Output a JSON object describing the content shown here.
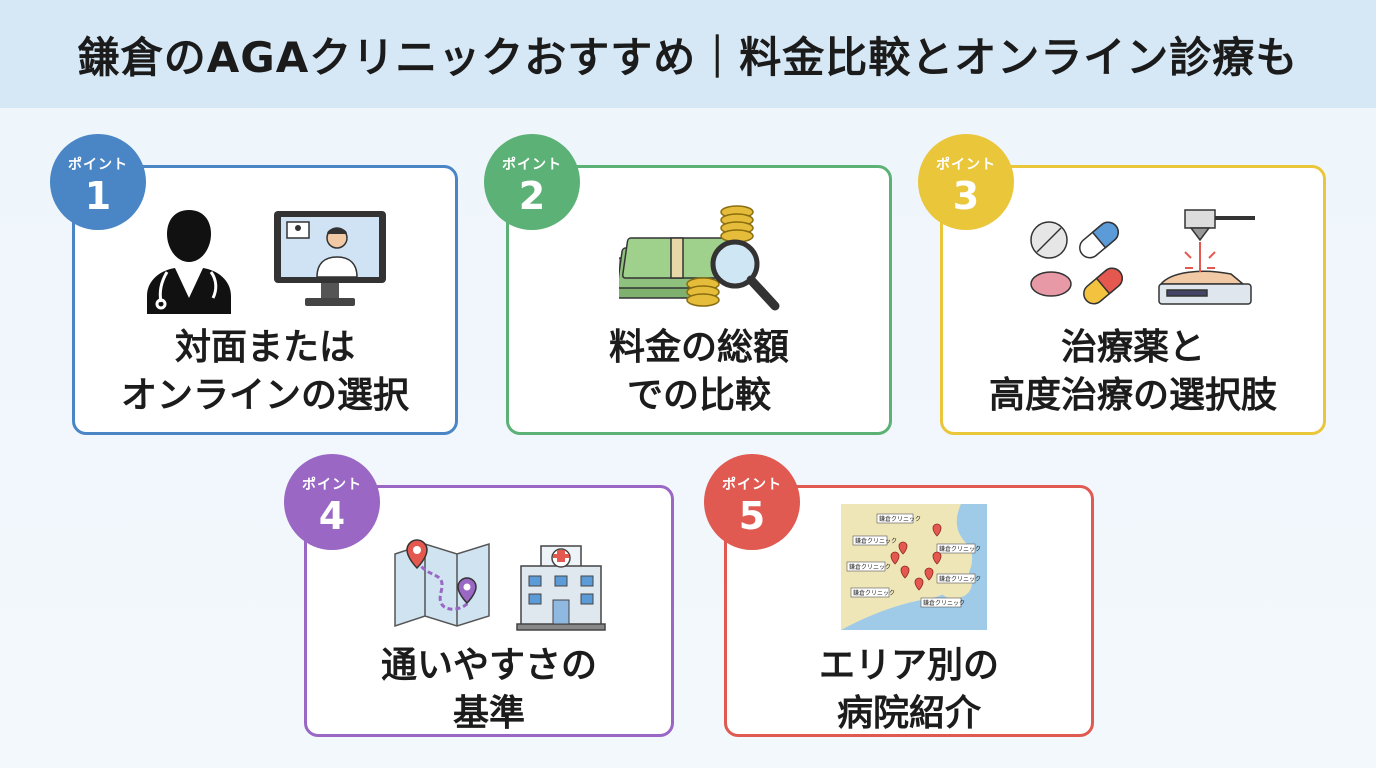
{
  "header": {
    "title": "鎌倉のAGAクリニックおすすめ｜料金比較とオンライン診療も"
  },
  "colors": {
    "point1": "#4a86c5",
    "point2": "#5cb176",
    "point3": "#e9c63a",
    "point4": "#9a67c4",
    "point5": "#e05a52"
  },
  "points": [
    {
      "label": "ポイント",
      "number": "1",
      "title_line1": "対面または",
      "title_line2": "オンラインの選択",
      "icons": [
        "doctor-icon",
        "telemedicine-monitor-icon"
      ]
    },
    {
      "label": "ポイント",
      "number": "2",
      "title_line1": "料金の総額",
      "title_line2": "での比較",
      "icons": [
        "money-magnifier-icon"
      ]
    },
    {
      "label": "ポイント",
      "number": "3",
      "title_line1": "治療薬と",
      "title_line2": "高度治療の選択肢",
      "icons": [
        "pills-icon",
        "laser-device-icon"
      ]
    },
    {
      "label": "ポイント",
      "number": "4",
      "title_line1": "通いやすさの",
      "title_line2": "基準",
      "icons": [
        "map-route-icon",
        "hospital-icon"
      ]
    },
    {
      "label": "ポイント",
      "number": "5",
      "title_line1": "エリア別の",
      "title_line2": "病院紹介",
      "icons": [
        "area-map-icon"
      ]
    }
  ],
  "area_map": {
    "labels": [
      "鎌倉クリニック",
      "鎌倉クリニック",
      "鎌倉クリニック",
      "鎌倉クリニック",
      "鎌倉クリニック",
      "鎌倉クリニック",
      "鎌倉クリニック"
    ]
  }
}
